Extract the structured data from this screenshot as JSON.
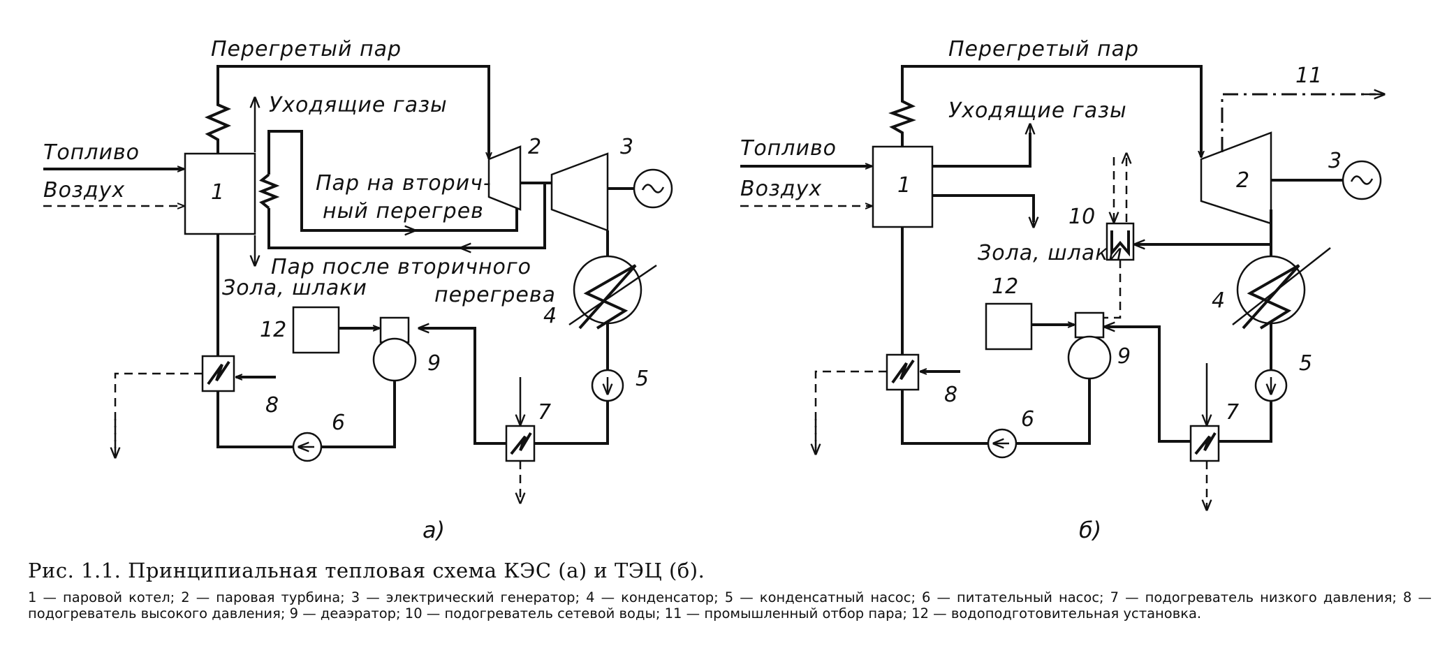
{
  "diagram_a": {
    "label_superheated_steam": "Перегретый пар",
    "label_flue_gases": "Уходящие газы",
    "label_fuel": "Топливо",
    "label_air": "Воздух",
    "label_reheat_steam_1": "Пар на вторич-",
    "label_reheat_steam_2": "ный перегрев",
    "label_after_reheat_1": "Пар после вторичного",
    "label_after_reheat_2": "перегрева",
    "label_ash": "Зола, шлаки",
    "num_1": "1",
    "num_2": "2",
    "num_3": "3",
    "num_4": "4",
    "num_5": "5",
    "num_6": "6",
    "num_7": "7",
    "num_8": "8",
    "num_9": "9",
    "num_12": "12",
    "sub_label": "а)"
  },
  "diagram_b": {
    "label_superheated_steam": "Перегретый пар",
    "label_flue_gases": "Уходящие газы",
    "label_fuel": "Топливо",
    "label_air": "Воздух",
    "label_ash": "Зола, шлаки",
    "num_1": "1",
    "num_2": "2",
    "num_3": "3",
    "num_4": "4",
    "num_5": "5",
    "num_6": "6",
    "num_7": "7",
    "num_8": "8",
    "num_9": "9",
    "num_10": "10",
    "num_11": "11",
    "num_12": "12",
    "sub_label": "б)"
  },
  "caption": {
    "title": "Рис. 1.1. Принципиальная тепловая схема КЭС (а) и ТЭЦ (б).",
    "legend": "1 — паровой котел; 2 — паровая турбина; 3 — электрический генератор; 4 — конденсатор; 5 — конденсатный насос; 6 — питательный насос; 7 — подогреватель низкого давления; 8 — подогреватель высокого давления; 9 — деаэратор; 10 — подогреватель сетевой воды; 11 — промышленный отбор пара; 12 — водоподготовительная установка."
  }
}
